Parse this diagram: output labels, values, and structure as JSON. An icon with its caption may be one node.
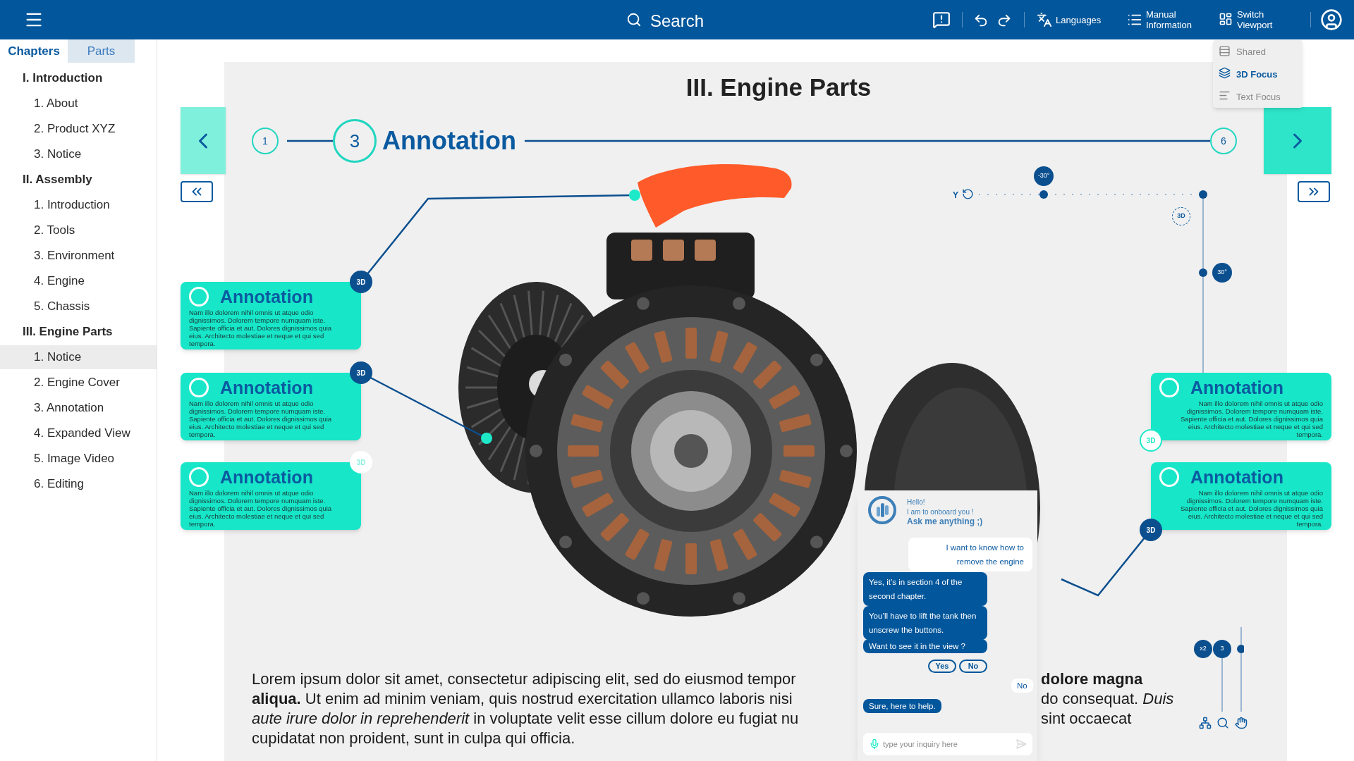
{
  "diagram": {
    "nodes": [
      {
        "text": [
          "Annotation",
          "Nam illo dolorem nihil omnis ut atque odio dignissimos. Dolorem tempore numquam iste. Sapiente officia et aut. Dolores dignissimos quia eius. Architecto molestiae et neque et qui sed tempora."
        ]
      },
      {
        "text": [
          "Annotation",
          "Nam illo dolorem nihil omnis ut atque odio dignissimos. Dolorem tempore numquam iste. Sapiente officia et aut. Dolores dignissimos quia eius. Architecto molestiae et neque et qui sed tempora."
        ]
      },
      {
        "text": [
          "Annotation",
          "Nam illo dolorem nihil omnis ut atque odio dignissimos. Dolorem tempore numquam iste. Sapiente officia et aut. Dolores dignissimos quia eius. Architecto molestiae et neque et qui sed tempora."
        ]
      },
      {
        "text": [
          "Annotation",
          "Nam illo dolorem nihil omnis ut atque odio dignissimos. Dolorem tempore numquam iste. Sapiente officia et aut. Dolores dignissimos quia eius. Architecto molestiae et neque et qui sed tempora."
        ]
      },
      {
        "text": [
          "Annotation",
          "Nam illo dolorem nihil omnis ut atque odio dignissimos. Dolorem tempore numquam iste. Sapiente officia et aut. Dolores dignissimos quia eius. Architecto molestiae et neque et qui sed tempora."
        ]
      },
      {
        "text": [],
        "shape": "picture"
      },
      {
        "text": [
          "1"
        ]
      },
      {
        "text": [
          "3"
        ],
        "beside": [
          "Annotation"
        ]
      },
      {
        "text": [
          "6"
        ]
      }
    ],
    "edges": [
      {
        "from": 0,
        "to": 5,
        "arrow": "other"
      },
      {
        "from": 1,
        "to": null,
        "arrow": "other"
      },
      {
        "from": 4,
        "to": null,
        "arrow": "none"
      },
      {
        "from": 6,
        "to": 7,
        "arrow": "none"
      },
      {
        "from": 7,
        "to": 8,
        "arrow": "none"
      }
    ],
    "labels": [
      "Search",
      "Languages",
      "Manual Information",
      "Switch Viewport",
      "Chapters",
      "Parts",
      "I. Introduction",
      "1. About",
      "2. Product XYZ",
      "3. Notice",
      "II. Assembly",
      "1. Introduction",
      "2. Tools",
      "3. Environment",
      "4. Engine",
      "5. Chassis",
      "III. Engine Parts",
      "1. Notice",
      "2. Engine Cover",
      "3. Annotation",
      "4. Expanded View",
      "5. Image Video",
      "6. Editing",
      "III. Engine Parts",
      "Shared",
      "3D Focus",
      "Text Focus",
      "Y",
      "-30°",
      "3D",
      "30°",
      "3D",
      "3D",
      "3D",
      "3D",
      "3D",
      "x2",
      "3",
      "Lorem ipsum dolor sit amet, consectetur adipiscing elit, sed do eiusmod tempor",
      "**aliqua.** Ut enim ad minim veniam, quis nostrud exercitation ullamco laboris nisi",
      "*aute irure dolor in reprehenderit* in voluptate velit esse cillum dolore eu fugiat nu",
      "cupidatat non proident, sunt in culpa qui officia.",
      "dolore magna",
      "do consequat. *Duis*",
      "sint occaecat",
      "Hello!",
      "I am to onboard you !",
      "Ask me anything ;)",
      "I want to know how to remove the engine",
      "Yes, it’s in section 4 of the second chapter.",
      "You’ll have to lift the tank then unscrew the buttons.",
      "Want to see it in the view ?",
      "Yes",
      "No",
      "No",
      "Sure, here to help.",
      "type your inquiry here"
    ]
  }
}
